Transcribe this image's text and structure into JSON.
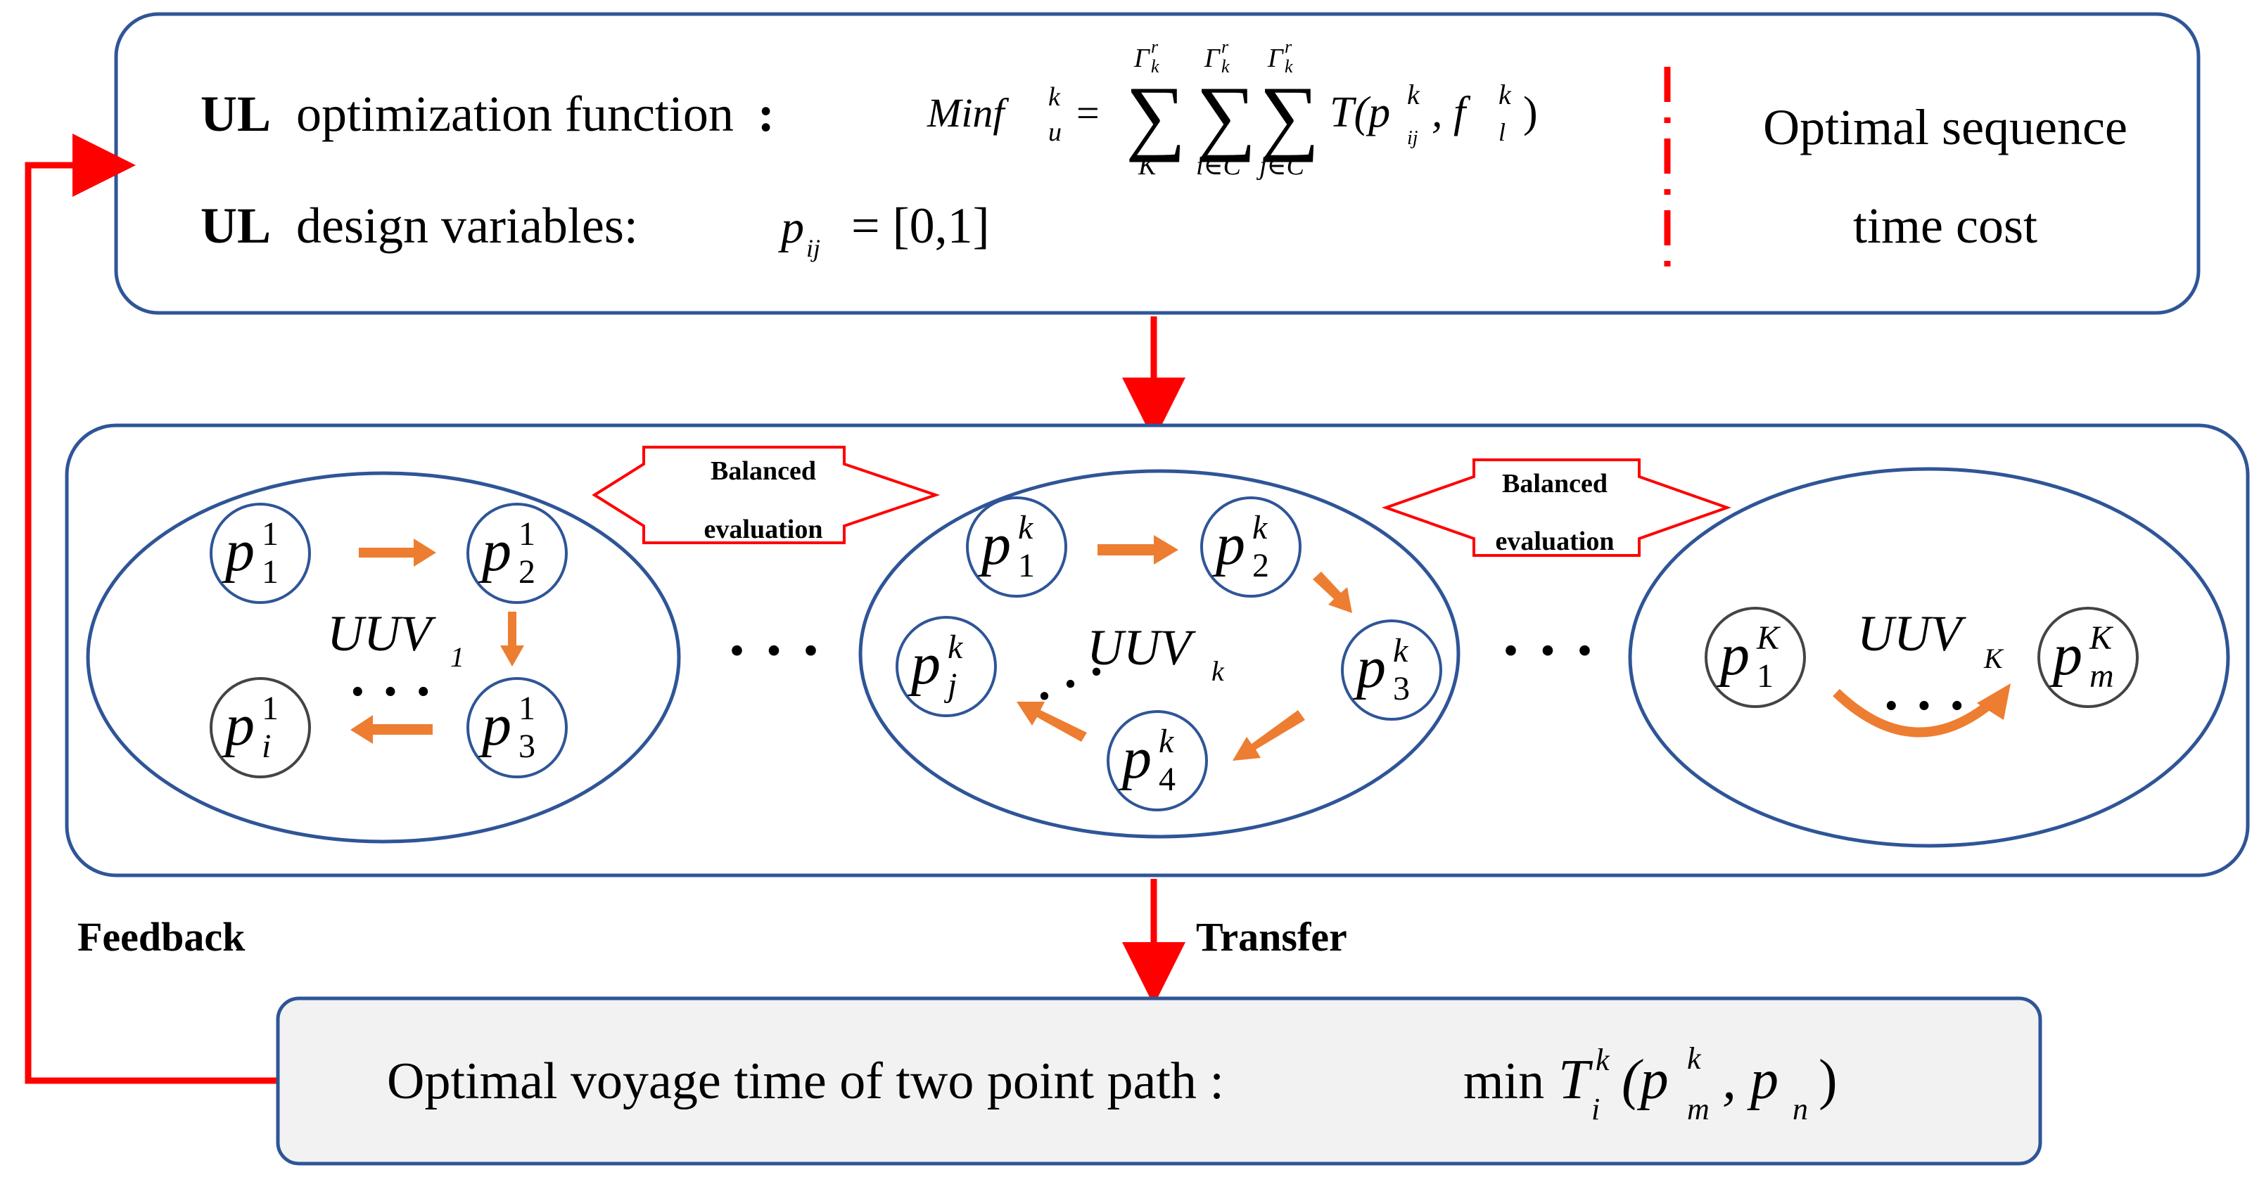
{
  "colors": {
    "box_border": "#2f5597",
    "arrow_red": "#ff0000",
    "transition_orange": "#ed7d31",
    "bottom_fill": "#f2f2f2"
  },
  "upper_level": {
    "opt_function_bold": "UL",
    "opt_function_text": "optimization function",
    "opt_function_colon": ":",
    "formula_min": "Minf",
    "formula_sub_u": "u",
    "formula_sup_k": "k",
    "formula_equals": "=",
    "sum_symbol": "∑",
    "sum1_top": "Γ",
    "sum1_bottom": "K",
    "sum2_bottom": "i∈C",
    "sum3_bottom": "j∈C",
    "sum_top_sup": "r",
    "sum_top_sub": "k",
    "T_term": "T(p",
    "T_sub": "ij",
    "T_sup": "k",
    "T_comma": ", f",
    "f_sub": "l",
    "f_sup": "k",
    "T_close": ")",
    "design_bold": "UL",
    "design_text": "design variables:",
    "design_p": "p",
    "design_sub": "ij",
    "design_value": "= [0,1]",
    "right_line1": "Optimal sequence",
    "right_line2": "time cost"
  },
  "balanced": {
    "line1": "Balanced",
    "line2": "evaluation"
  },
  "uuv1": {
    "label": "UUV",
    "label_sub": "1",
    "nodes": [
      {
        "base": "p",
        "sub": "1",
        "sup": "1"
      },
      {
        "base": "p",
        "sub": "2",
        "sup": "1"
      },
      {
        "base": "p",
        "sub": "3",
        "sup": "1"
      },
      {
        "base": "p",
        "sub": "i",
        "sup": "1"
      }
    ]
  },
  "uuvk": {
    "label": "UUV",
    "label_sub": "k",
    "nodes": [
      {
        "base": "p",
        "sub": "1",
        "sup": "k"
      },
      {
        "base": "p",
        "sub": "2",
        "sup": "k"
      },
      {
        "base": "p",
        "sub": "3",
        "sup": "k"
      },
      {
        "base": "p",
        "sub": "4",
        "sup": "k"
      },
      {
        "base": "p",
        "sub": "j",
        "sup": "k"
      }
    ]
  },
  "uuvK": {
    "label": "UUV",
    "label_sub": "K",
    "nodes": [
      {
        "base": "p",
        "sub": "1",
        "sup": "K"
      },
      {
        "base": "p",
        "sub": "m",
        "sup": "K"
      }
    ]
  },
  "ellipsis": "…",
  "dots_inline": "· · ·",
  "feedback_label": "Feedback",
  "transfer_label": "Transfer",
  "bottom": {
    "text": "Optimal voyage time of two point path :",
    "formula_min": "min",
    "formula_T": "T",
    "formula_T_sub": "i",
    "formula_T_sup": "k",
    "formula_open": "(p",
    "formula_pm_sub": "m",
    "formula_pm_sup": "k",
    "formula_comma": ", p",
    "formula_pn_sub": "n",
    "formula_close": ")"
  }
}
